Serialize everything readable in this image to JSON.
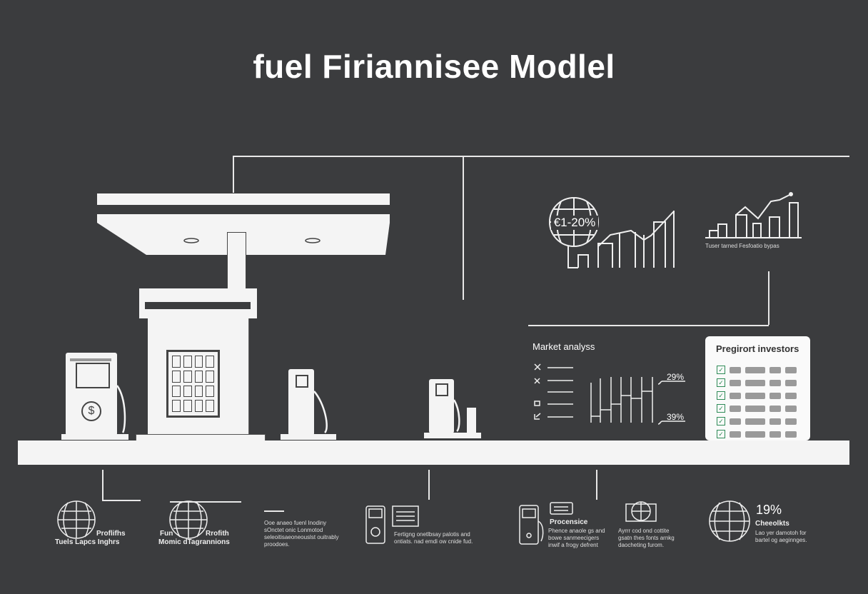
{
  "title": "fuel Firiannisee Modlel",
  "growth_chart": {
    "badge": "€1-20%"
  },
  "trend_chart": {
    "caption": "Tuser tarned Fesfoatio bypas"
  },
  "market_analysis": {
    "title": "Market analyss",
    "upper_value": "29%",
    "lower_value": "39%"
  },
  "investors": {
    "title": "Pregirort investors",
    "row_count": 6
  },
  "bottom_items": [
    {
      "heading": "Proflifhs",
      "text": "Tuels Lapcs Inghrs"
    },
    {
      "heading_left": "Fun",
      "heading_right": "Rrofith",
      "text": "Momic dTagrannions"
    },
    {
      "text": "Ooe anaeo fuenl Inodiny sOnctet onic Lonmotod seleoitisaeoneouslst ouitrably proodoes."
    },
    {
      "text": "Fertigng onetlbsay palotis and ontiats. nad emdi ow cnide fud."
    },
    {
      "heading": "Procensice",
      "text": "Phence anaole gs and bowe sanmeecigers inwif a frogy defrent"
    },
    {
      "text": "Ayrrr cod ond cottite gsatn thes fonts arnkg daocheting furom."
    },
    {
      "value": "19%",
      "heading": "Cheeolkts",
      "text": "Lao yer damotoh for bartel og aeginnges."
    }
  ],
  "colors": {
    "background": "#3b3c3e",
    "foreground": "#f4f4f4",
    "check": "#2e8b57"
  }
}
